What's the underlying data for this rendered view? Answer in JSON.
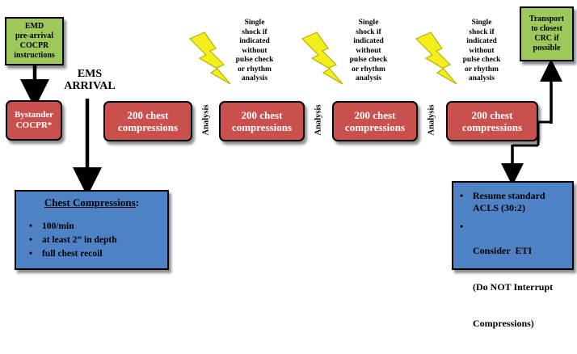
{
  "emd_box": {
    "line1": "EMD",
    "line2": "pre-arrival",
    "line3": "COCPR",
    "line4": "instructions"
  },
  "ems_arrival": {
    "line1": "EMS",
    "line2": "ARRIVAL"
  },
  "bystander": {
    "line1": "Bystander",
    "line2": "COCPR*"
  },
  "compressions": [
    {
      "line1": "200 chest",
      "line2": "compressions"
    },
    {
      "line1": "200 chest",
      "line2": "compressions"
    },
    {
      "line1": "200 chest",
      "line2": "compressions"
    },
    {
      "line1": "200 chest",
      "line2": "compressions"
    }
  ],
  "analysis_label": "Analysis",
  "shock_text": [
    "Single",
    "shock if",
    "indicated",
    "without",
    "pulse check",
    "or rhythm",
    "analysis"
  ],
  "transport": {
    "line1": "Transport",
    "line2": "to closest",
    "line3": "CRC if",
    "line4": "possible"
  },
  "chest_box": {
    "title": "Chest Compressions",
    "title_suffix": ":",
    "bullets": [
      "100/min",
      "at least 2” in depth",
      "full chest recoil"
    ]
  },
  "acls_box": {
    "items": [
      {
        "line1": "Resume standard",
        "line2": "ACLS (30:2)"
      },
      {
        "line1": "Consider  ETI",
        "line2": "(Do NOT Interrupt",
        "line3": "Compressions)"
      }
    ]
  },
  "colors": {
    "green": "#9cc95a",
    "red": "#c9504d",
    "blue": "#4e82c4",
    "lightning": "#f4ee1c",
    "lightning_outline": "#b8b000"
  },
  "icons": [
    "lightning-bolt-icon",
    "arrow-down-icon",
    "arrow-up-icon",
    "bullet-icon"
  ]
}
